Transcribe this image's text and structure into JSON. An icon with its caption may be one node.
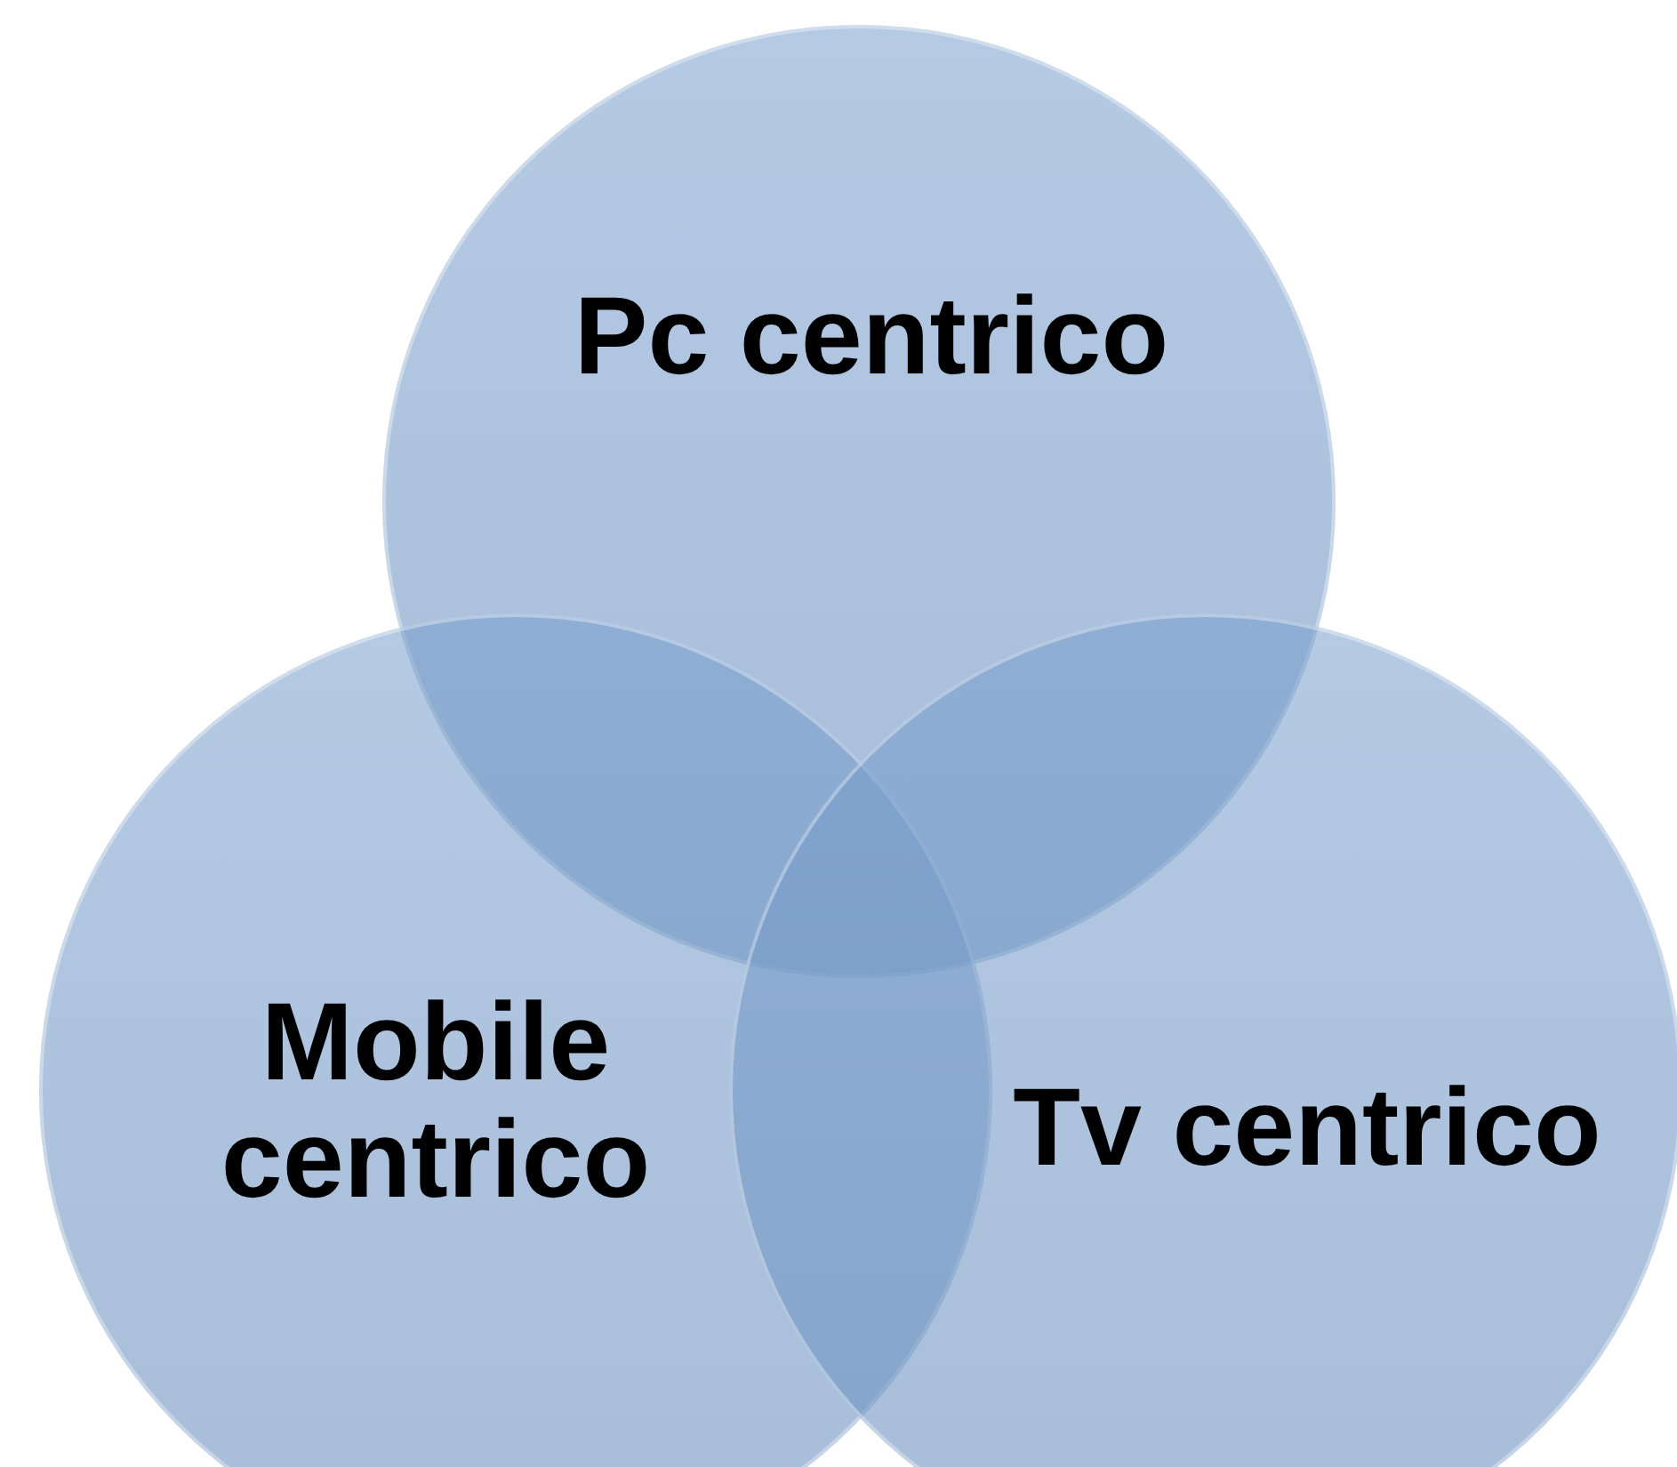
{
  "diagram": {
    "nodes": [
      {
        "text": [
          "Pc centrico"
        ]
      },
      {
        "text": [
          "Mobile centrico"
        ]
      },
      {
        "text": [
          "Tv centrico"
        ]
      }
    ]
  }
}
